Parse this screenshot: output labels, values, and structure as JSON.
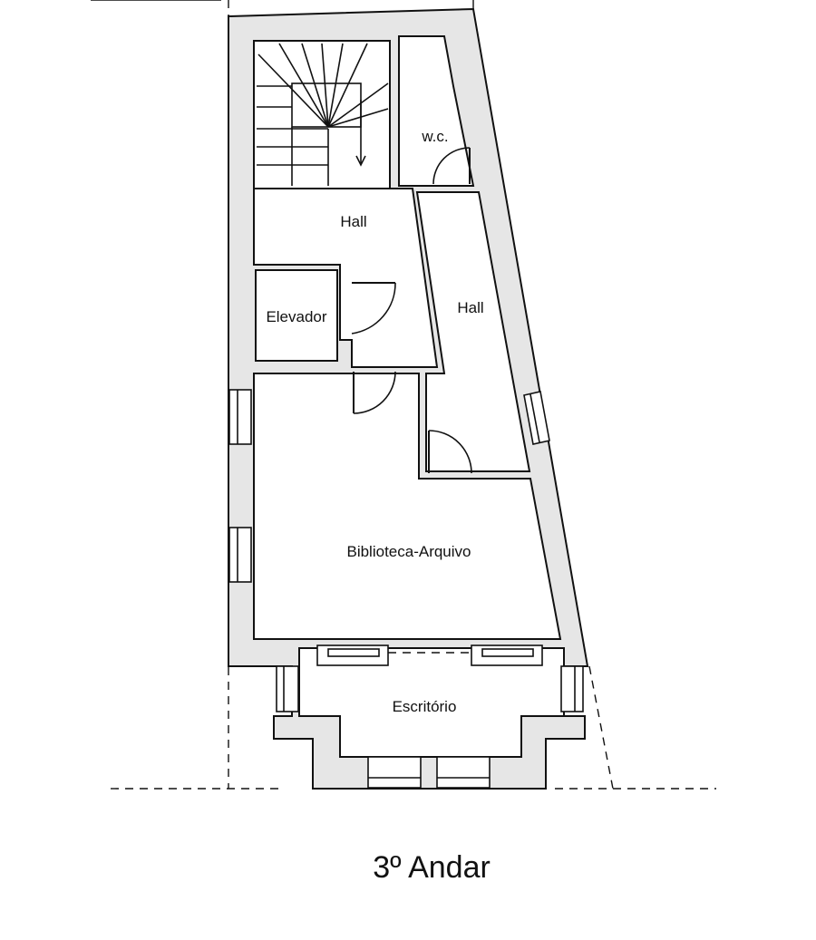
{
  "plan": {
    "rooms": {
      "wc": "w.c.",
      "hall_upper": "Hall",
      "hall_right": "Hall",
      "elevador": "Elevador",
      "biblioteca": "Biblioteca-Arquivo",
      "escritorio": "Escritório"
    },
    "caption": "3º Andar"
  }
}
